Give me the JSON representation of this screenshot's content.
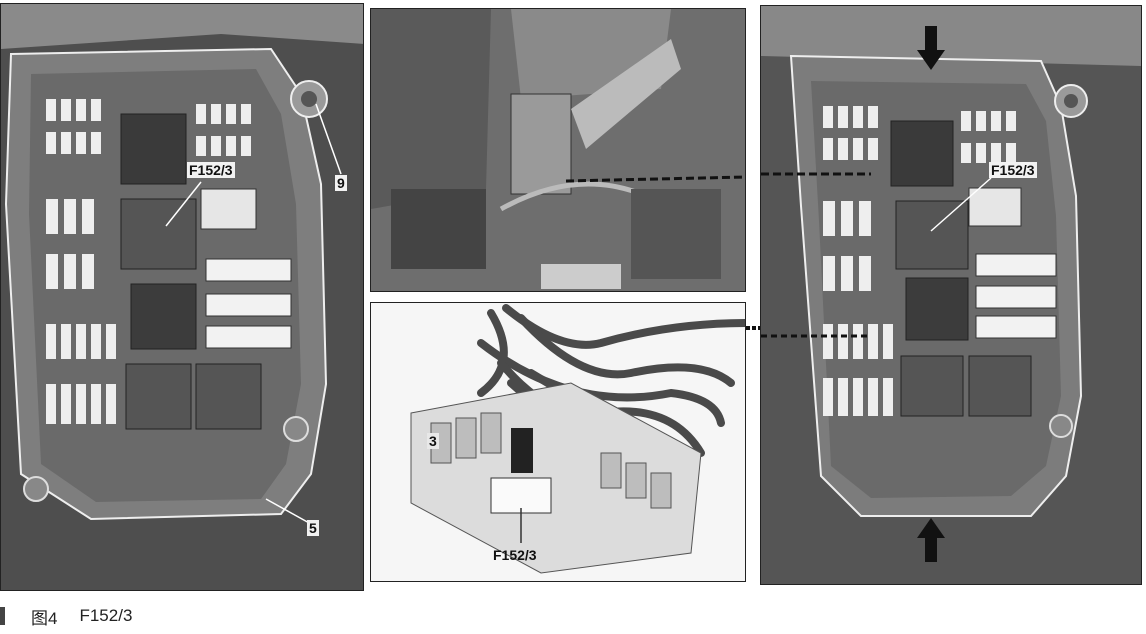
{
  "figure": {
    "caption_number": "图4",
    "caption_text": "F152/3"
  },
  "panels": {
    "left": {
      "fuse_label": "F152/3",
      "callout_9": "9",
      "callout_5": "5"
    },
    "top_middle": {},
    "bottom_middle": {
      "callout_3": "3",
      "fuse_label": "F152/3"
    },
    "right": {
      "fuse_label": "F152/3"
    }
  }
}
